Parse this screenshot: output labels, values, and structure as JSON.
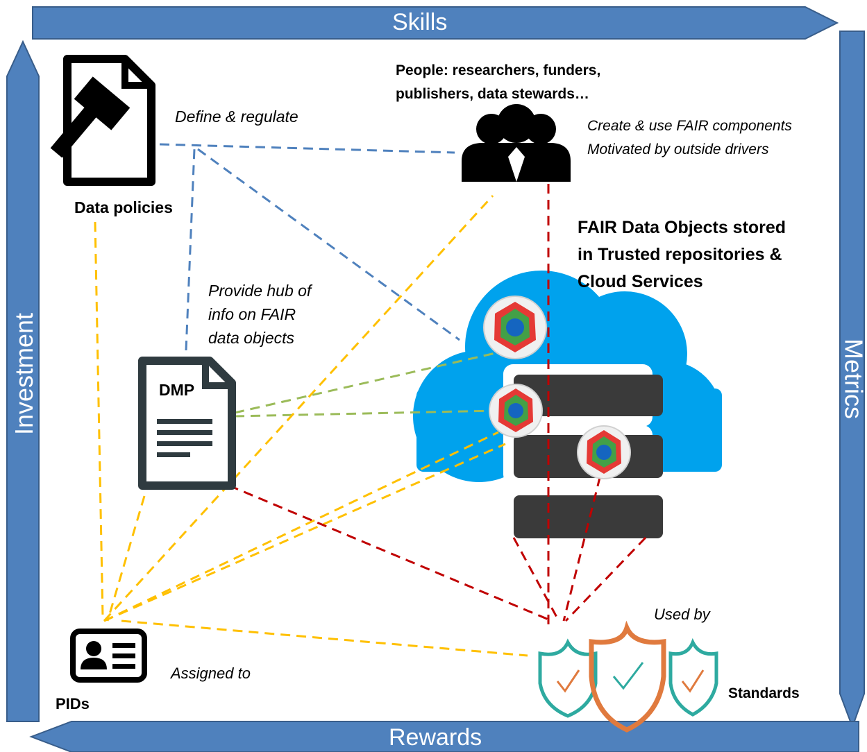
{
  "frame": {
    "top": "Skills",
    "bottom": "Rewards",
    "left": "Investment",
    "right": "Metrics"
  },
  "nodes": {
    "policies": {
      "label": "Data policies",
      "caption": "Define & regulate"
    },
    "people": {
      "label_line1": "People: researchers, funders,",
      "label_line2": "publishers, data stewards…",
      "caption_line1": "Create & use FAIR components",
      "caption_line2": "Motivated by outside drivers"
    },
    "fair": {
      "line1": "FAIR Data Objects stored",
      "line2": "in Trusted repositories &",
      "line3": "Cloud Services"
    },
    "dmp": {
      "label": "DMP",
      "caption_line1": "Provide hub of",
      "caption_line2": "info on FAIR",
      "caption_line3": "data objects"
    },
    "pids": {
      "label": "PIDs",
      "caption": "Assigned to"
    },
    "standards": {
      "label": "Standards",
      "caption": "Used by"
    }
  },
  "colors": {
    "frame_blue": "#4f81bd",
    "frame_border": "#385d8a",
    "line_blue": "#4f81bd",
    "line_yellow": "#ffc000",
    "line_green": "#9bbb59",
    "line_red": "#c00000",
    "cloud": "#00a2ed",
    "server": "#3a3a3a",
    "shield_teal": "#2eaaa0",
    "shield_orange": "#e07a3e"
  }
}
